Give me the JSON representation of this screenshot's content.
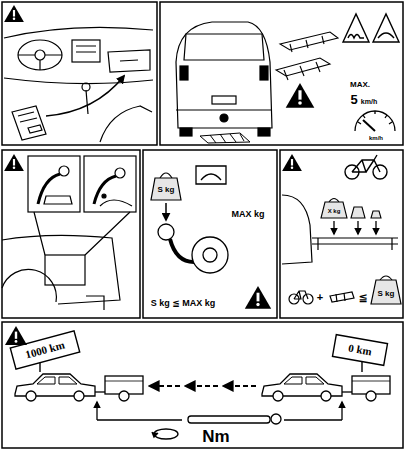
{
  "diagram": {
    "labels": [
      "MAX.",
      "5",
      "km/h",
      "km/h",
      "S kg",
      "MAX kg",
      "S kg ≦ MAX kg",
      "X kg",
      "+",
      "≦",
      "S kg",
      "1000 km",
      "0 km",
      "Nm"
    ]
  }
}
